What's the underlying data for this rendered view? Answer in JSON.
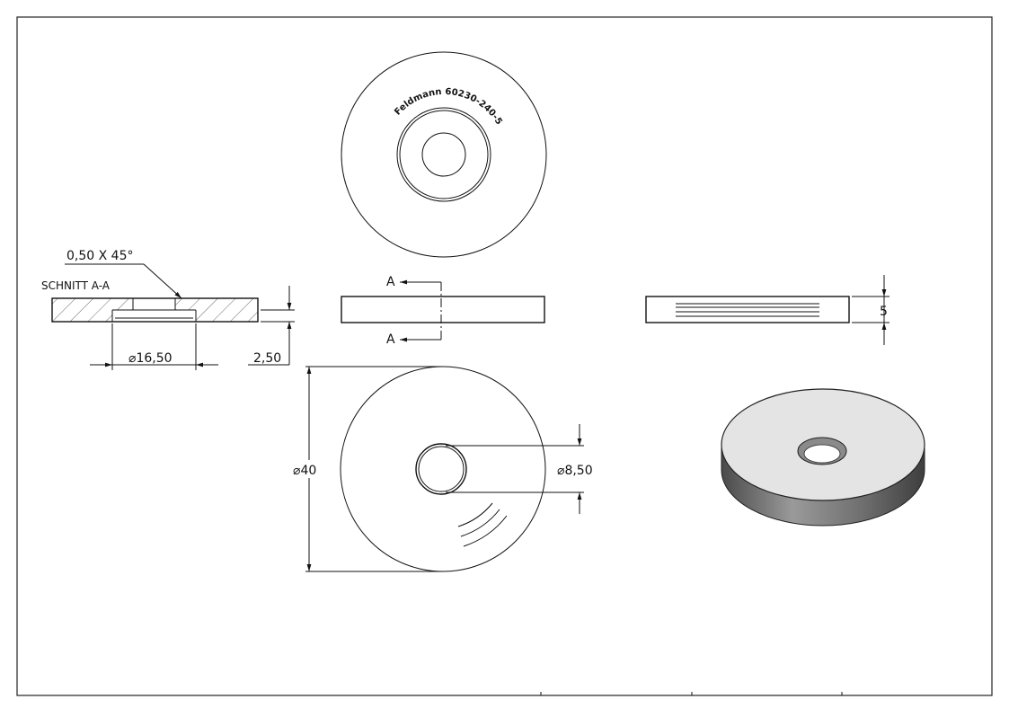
{
  "drawing": {
    "engraving_text": "Feldmann 60230-240-5",
    "section_title": "SCHNITT A-A",
    "chamfer_note": "0,50 X 45°",
    "dim_counterbore_dia": "16,50",
    "dim_counterbore_depth": "2,50",
    "dim_thickness": "5",
    "dim_outer_dia": "40",
    "dim_hole_dia": "8,50",
    "section_marker": "A",
    "section_marker_bottom": "A",
    "diameter_symbol": "⌀"
  }
}
